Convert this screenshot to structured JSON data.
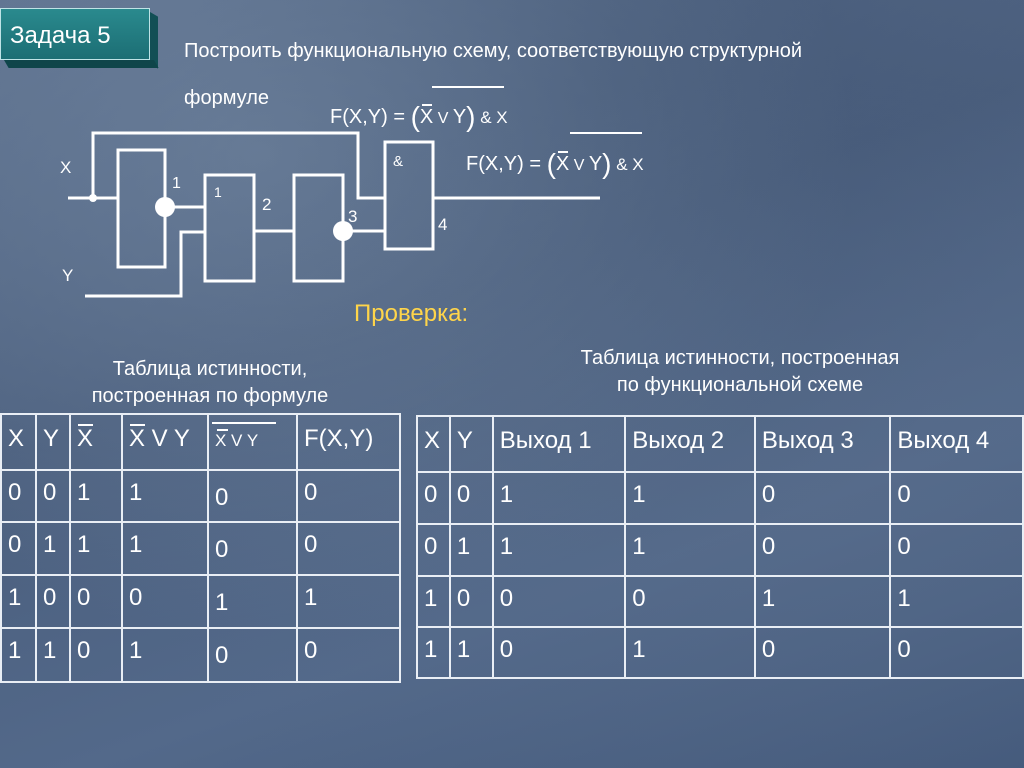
{
  "badge": "Задача 5",
  "task": {
    "line1": "Построить функциональную схему, соответствующую структурной",
    "line2": "формуле",
    "formula_prefix": "F(X,Y) = ",
    "formula_open": "(",
    "formula_x": "X",
    "formula_or": " V ",
    "formula_y": "Y",
    "formula_close": ")",
    "formula_and": " & X"
  },
  "circuit": {
    "input_x": "X",
    "input_y": "Y",
    "gate_and_symbol": "&",
    "gate_or_symbol": "1",
    "node_1": "1",
    "node_2": "2",
    "node_3": "3",
    "node_4": "4"
  },
  "check_label": "Проверка:",
  "table1": {
    "caption_line1": "Таблица истинности,",
    "caption_line2": "построенная по формуле",
    "headers": [
      "X",
      "Y",
      "X",
      "X V Y",
      "X V Y",
      "F(X,Y)"
    ],
    "rows": [
      [
        "0",
        "0",
        "1",
        "1",
        "0",
        "0"
      ],
      [
        "0",
        "1",
        "1",
        "1",
        "0",
        "0"
      ],
      [
        "1",
        "0",
        "0",
        "0",
        "1",
        "1"
      ],
      [
        "1",
        "1",
        "0",
        "1",
        "0",
        "0"
      ]
    ]
  },
  "table2": {
    "caption_line1": "Таблица истинности, построенная",
    "caption_line2": "по функциональной схеме",
    "headers": [
      "X",
      "Y",
      "Выход 1",
      "Выход 2",
      "Выход 3",
      "Выход 4"
    ],
    "rows": [
      [
        "0",
        "0",
        "1",
        "1",
        "0",
        "0"
      ],
      [
        "0",
        "1",
        "1",
        "1",
        "0",
        "0"
      ],
      [
        "1",
        "0",
        "0",
        "0",
        "1",
        "1"
      ],
      [
        "1",
        "1",
        "0",
        "1",
        "0",
        "0"
      ]
    ]
  },
  "colors": {
    "accent_yellow": "#ffd54a",
    "badge_teal": "#1f7a80",
    "lines": "#ffffff"
  }
}
